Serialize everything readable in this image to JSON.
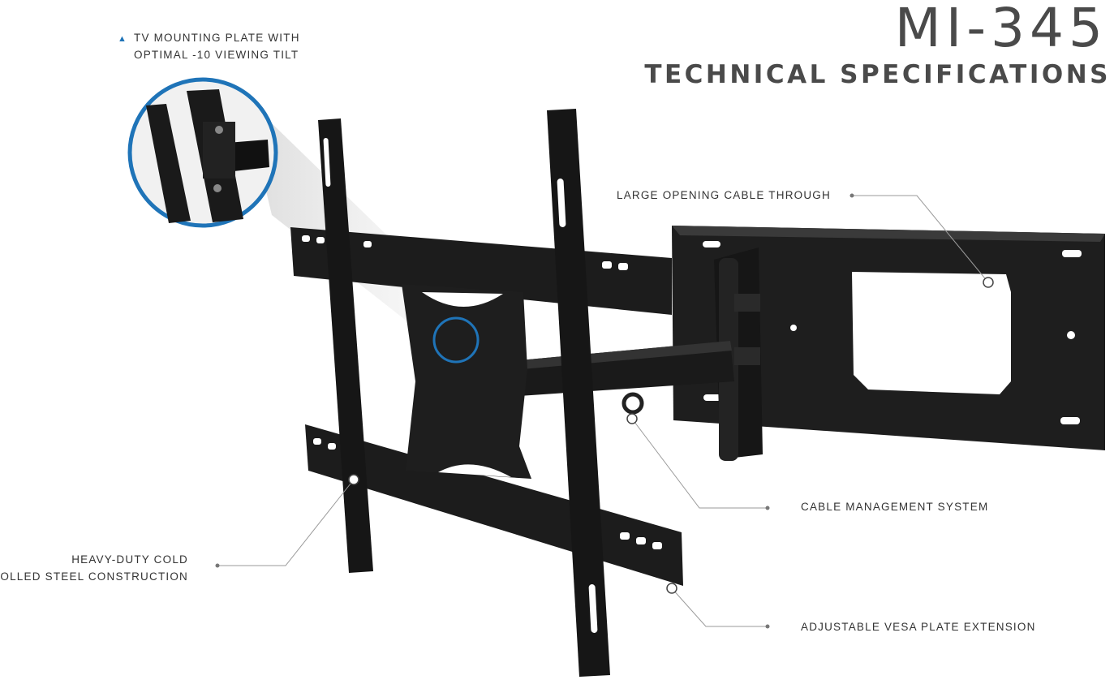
{
  "header": {
    "model": "MI-345",
    "subtitle": "TECHNICAL SPECIFICATIONS"
  },
  "callouts": {
    "tilt_line1": "TV MOUNTING PLATE WITH",
    "tilt_line2": "OPTIMAL -10 VIEWING TILT",
    "cable_through": "LARGE OPENING CABLE THROUGH",
    "cable_management": "CABLE MANAGEMENT SYSTEM",
    "vesa_extension": "ADJUSTABLE VESA PLATE EXTENSION",
    "steel_line1": "HEAVY-DUTY COLD",
    "steel_line2": "ROLLED STEEL CONSTRUCTION"
  },
  "colors": {
    "accent": "#1f74b8",
    "text": "#4a4a4a",
    "metal": "#1b1b1b",
    "leader": "#9a9a9a"
  },
  "icons": {
    "bullet": "triangle-up-icon"
  }
}
